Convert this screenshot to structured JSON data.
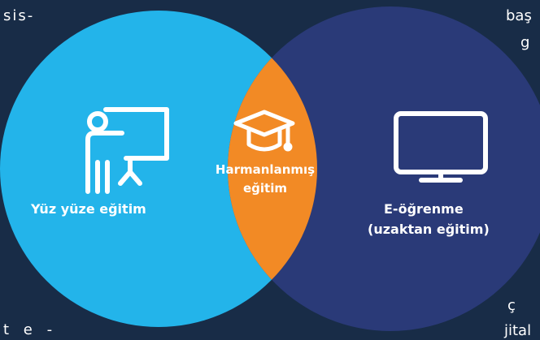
{
  "colors": {
    "background": "#182c47",
    "left_circle": "#23b4ea",
    "right_circle": "#2a3a78",
    "intersection": "#f28a25",
    "text": "#ffffff"
  },
  "fragments": {
    "top_left": "sis-",
    "top_right_1": "baş",
    "top_right_2": "g",
    "bottom_left": "t e -",
    "bottom_right_1": "ç",
    "bottom_right_2": "jital"
  },
  "venn": {
    "left": {
      "label": "Yüz yüze eğitim",
      "icon": "teacher-board-icon"
    },
    "center": {
      "label_line1": "Harmanlanmış",
      "label_line2": "eğitim",
      "icon": "graduation-cap-icon"
    },
    "right": {
      "label_line1": "E-öğrenme",
      "label_line2": "(uzaktan eğitim)",
      "icon": "monitor-icon"
    }
  }
}
